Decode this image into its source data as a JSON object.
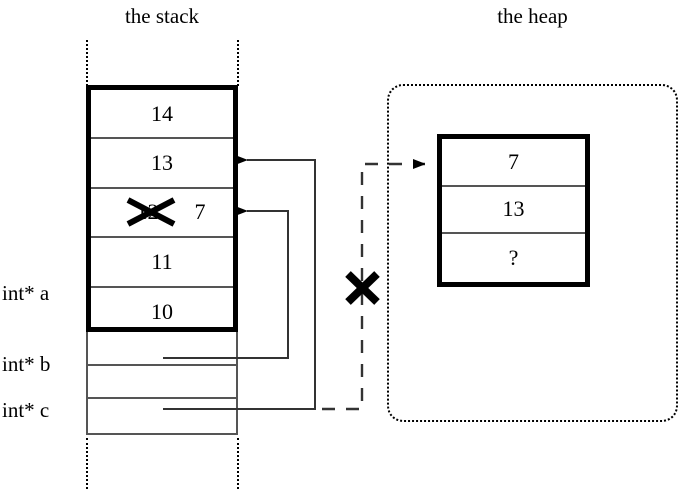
{
  "diagram": {
    "title_note": "memory diagram: stack array with pointer variables and a freed heap block",
    "regions": [
      {
        "name": "stack",
        "label": "the stack"
      },
      {
        "name": "heap",
        "label": "the heap"
      }
    ],
    "stack": {
      "label": "the stack",
      "array_cells": [
        {
          "value": "14",
          "struck": false
        },
        {
          "value": "13",
          "struck": false
        },
        {
          "value": "12",
          "struck": true,
          "replacement": "7"
        },
        {
          "value": "11",
          "struck": false
        },
        {
          "value": "10",
          "struck": false
        }
      ],
      "pointer_variables": [
        {
          "label": "int* a",
          "value": ""
        },
        {
          "label": "int* b",
          "value": ""
        },
        {
          "label": "int* c",
          "value": ""
        }
      ]
    },
    "heap": {
      "label": "the heap",
      "block_cells": [
        {
          "value": "7"
        },
        {
          "value": "13"
        },
        {
          "value": "?"
        }
      ]
    },
    "annotations": {
      "struck_cell_old_value": "12",
      "struck_cell_new_value": "7",
      "invalidated_pointer_marker": "x-cross",
      "unknown_value_marker": "?"
    },
    "colors": {
      "ink": "#000000",
      "thin_rule": "#555555",
      "background": "#ffffff"
    }
  }
}
